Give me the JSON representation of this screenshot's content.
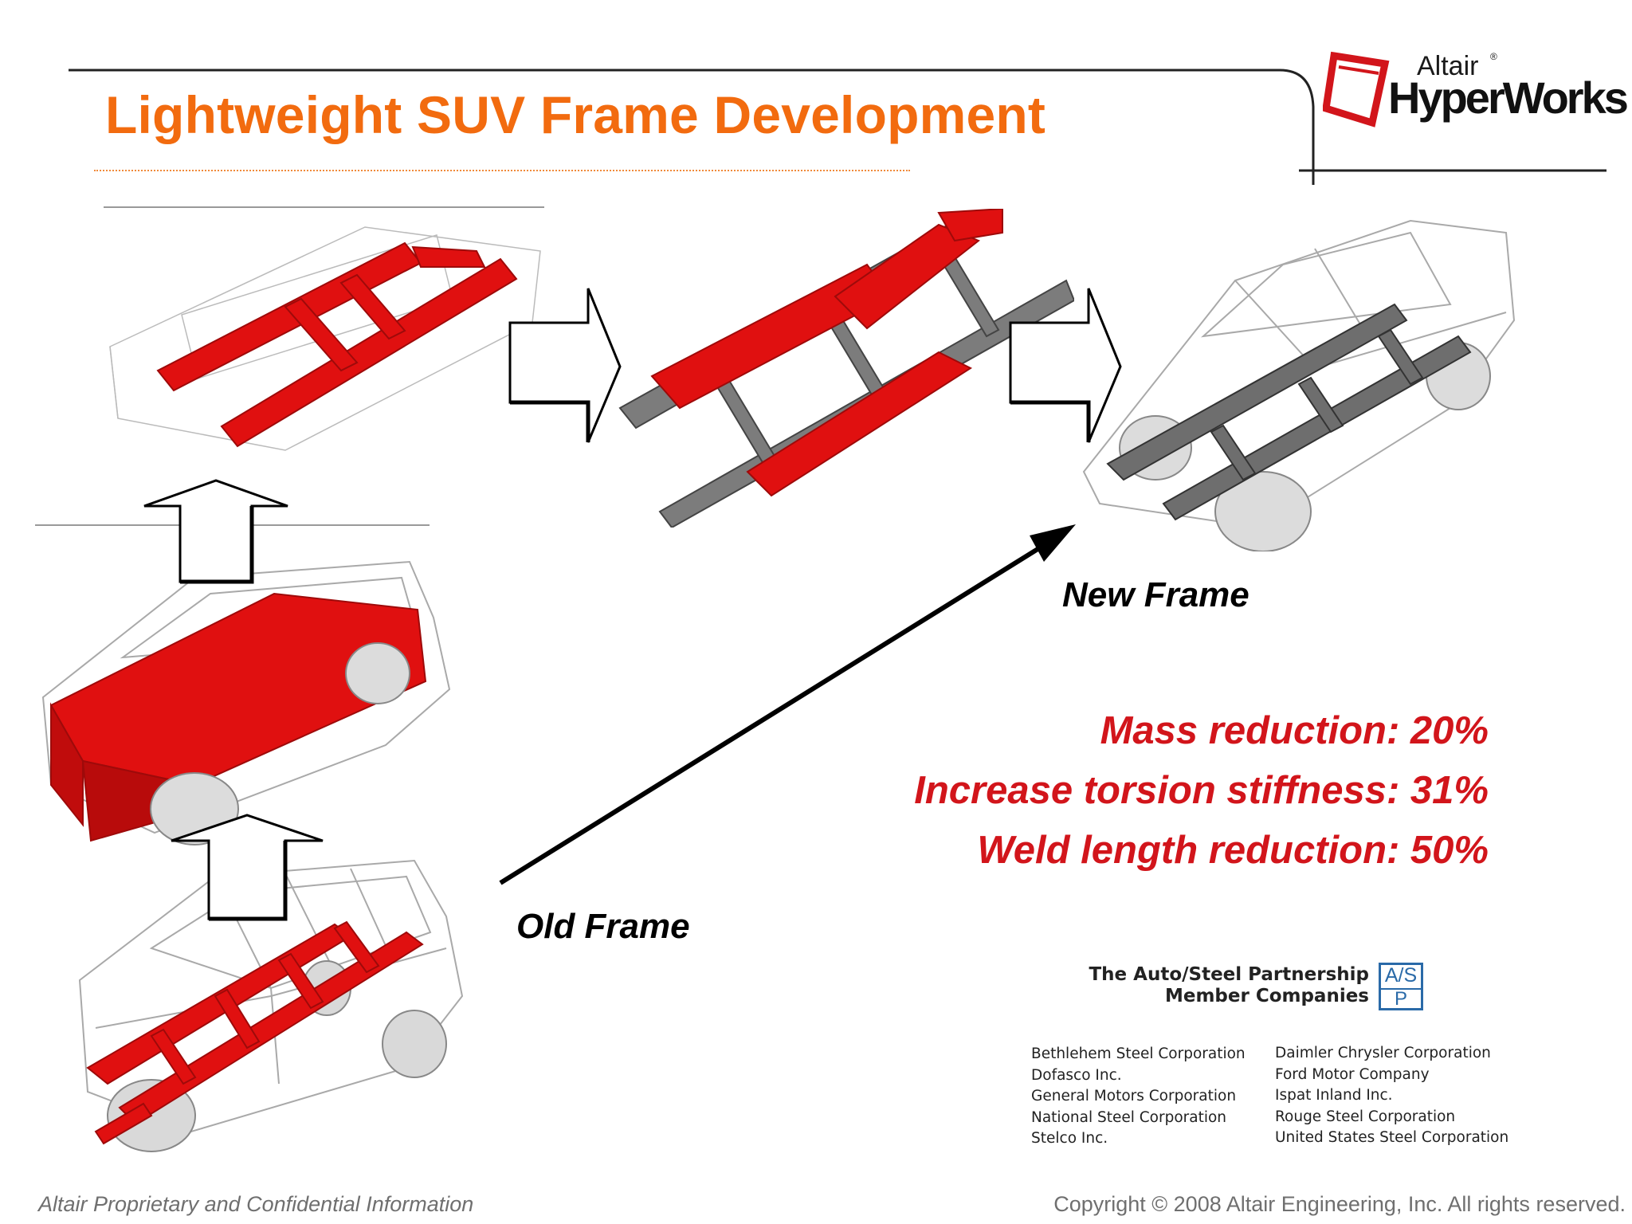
{
  "title": "Lightweight SUV Frame Development",
  "brand": {
    "altair": "Altair",
    "registered_mark": "®",
    "hyperworks": "HyperWorks"
  },
  "labels": {
    "new_frame": "New Frame",
    "old_frame": "Old Frame"
  },
  "results": [
    "Mass reduction: 20%",
    "Increase torsion stiffness: 31%",
    "Weld length reduction: 50%"
  ],
  "partnership": {
    "heading_line1": "The Auto/Steel Partnership",
    "heading_line2": "Member Companies",
    "logo_top": "A/S",
    "logo_bottom": "P",
    "members_left": [
      "Bethlehem Steel Corporation",
      "Dofasco Inc.",
      "General Motors Corporation",
      "National Steel Corporation",
      "Stelco Inc."
    ],
    "members_right": [
      "Daimler Chrysler Corporation",
      "Ford Motor Company",
      "Ispat Inland Inc.",
      "Rouge Steel Corporation",
      "United States Steel Corporation"
    ]
  },
  "footer": {
    "left": "Altair Proprietary and Confidential Information",
    "right": "Copyright © 2008 Altair Engineering, Inc. All rights reserved."
  },
  "colors": {
    "title_orange": "#f26b0f",
    "result_red": "#d2151b",
    "frame_red": "#e01010",
    "frame_gray": "#7a7a7a"
  },
  "icons": {
    "brand_logo": "altair-window-logo-icon",
    "process_arrows": "block-arrow-icon",
    "progress_arrow": "diagonal-arrow-icon"
  }
}
